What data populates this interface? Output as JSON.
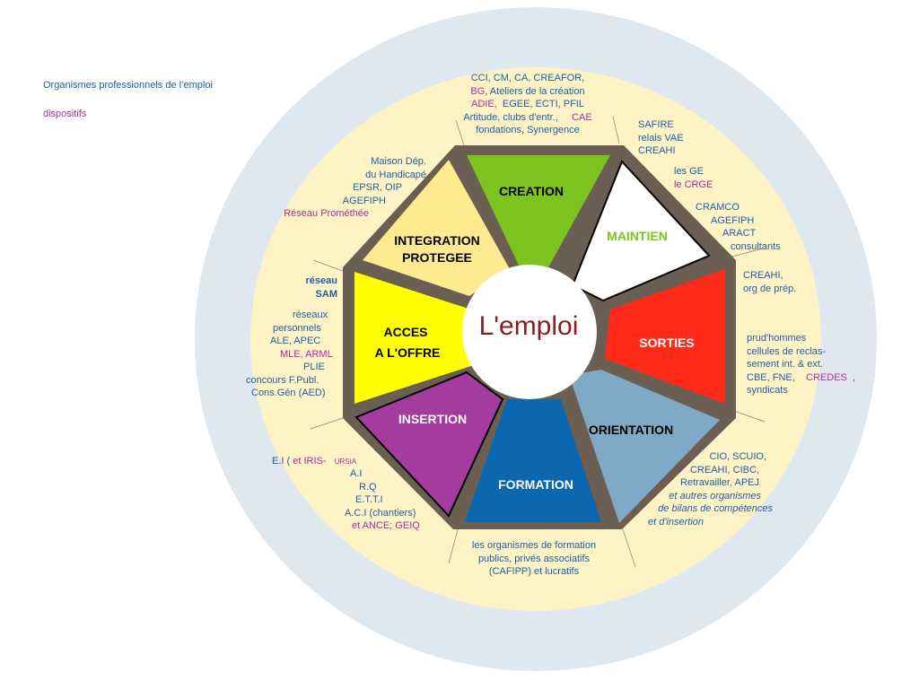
{
  "legend": {
    "organismes": "Organismes professionnels de l’emploi",
    "dispositifs": "dispositifs"
  },
  "center": "L'emploi",
  "segments": {
    "creation": "CREATION",
    "maintien": "MAINTIEN",
    "sorties": "SORTIES",
    "orientation": "ORIENTATION",
    "formation": "FORMATION",
    "insertion": "INSERTION",
    "acces": [
      "ACCES",
      "A L'OFFRE"
    ],
    "integration": [
      "INTEGRATION",
      "PROTEGEE"
    ]
  },
  "colors": {
    "outer_ring": "#dfe8ef",
    "inner_ring": "#fdf3c4",
    "frame": "#6b5e52",
    "creation": "#7dc31f",
    "maintien": "#ffffff",
    "sorties": "#ff2a1a",
    "orientation": "#80a9c6",
    "formation": "#0b68b0",
    "insertion": "#a43b9e",
    "acces": "#ffff00",
    "integration": "#ffea8f",
    "center_text": "#8b1c1f",
    "org_text": "#1f5fa8",
    "dispositif_text": "#a5319b"
  },
  "labels": {
    "creation": {
      "l1": "CCI, CM, CA, CREAFOR,",
      "l2_mag": "BG",
      "l2_blue": ", Ateliers de la création",
      "l3_mag1": "ADIE,",
      "l3_blue1": "EGEE",
      "l3_blue2": ", ECTI, PFIL",
      "l4_blue": "Artitude, clubs d'entr.,",
      "l4_mag": "CAE",
      "l5": "fondations, Synergence"
    },
    "maintien_a": [
      "SAFIRE",
      "relais VAE",
      "CREAHI"
    ],
    "maintien_b": {
      "l1": "les GE",
      "l2": "le CRGE"
    },
    "maintien_c": [
      "CRAMCO",
      "AGEFIPH",
      "ARACT",
      "consultants"
    ],
    "sorties_a": [
      "CREAHI,",
      "org de prép."
    ],
    "sorties_b": {
      "l1": "prud'hommes",
      "l2": "cellules de reclas-",
      "l3": "sement int. & ext.",
      "l4_blue": "CBE, FNE,",
      "l4_mag": "CREDES",
      "l4_end": ",",
      "l5": "syndicats"
    },
    "orientation": {
      "l1": "CIO, SCUIO,",
      "l2": "CREAHI, CIBC,",
      "l3": "Retravailler, APEJ",
      "l4": "et autres organismes",
      "l5": "de bilans de compétences",
      "l6": "et d'insertion"
    },
    "formation": [
      "les organismes de formation",
      "publics, privés associatifs",
      "(CAFIPP) et lucratifs"
    ],
    "insertion": {
      "l1_blue": "E.I (",
      "l1_mag": "et IRIS-",
      "l1_sm": "URSIA",
      "l2": "A.I",
      "l3": "R.Q",
      "l4": "E.T.T.I",
      "l5": "A.C.I (chantiers)",
      "l6": "et ANCE; GEIQ"
    },
    "acces_a": [
      "réseau",
      "SAM"
    ],
    "acces_b": {
      "l1": "réseaux",
      "l2": "personnels",
      "l3": "ALE, APEC",
      "l4": "MLE, ARML",
      "l5": "PLIE",
      "l6": "concours F.Publ.",
      "l7": "Cons.Gén (AED)"
    },
    "integration": {
      "l1": "Maison Dép.",
      "l2": "du Handicapé",
      "l3": "EPSR, OIP",
      "l4": "AGEFIPH",
      "l5": "Réseau Prométhée"
    }
  }
}
